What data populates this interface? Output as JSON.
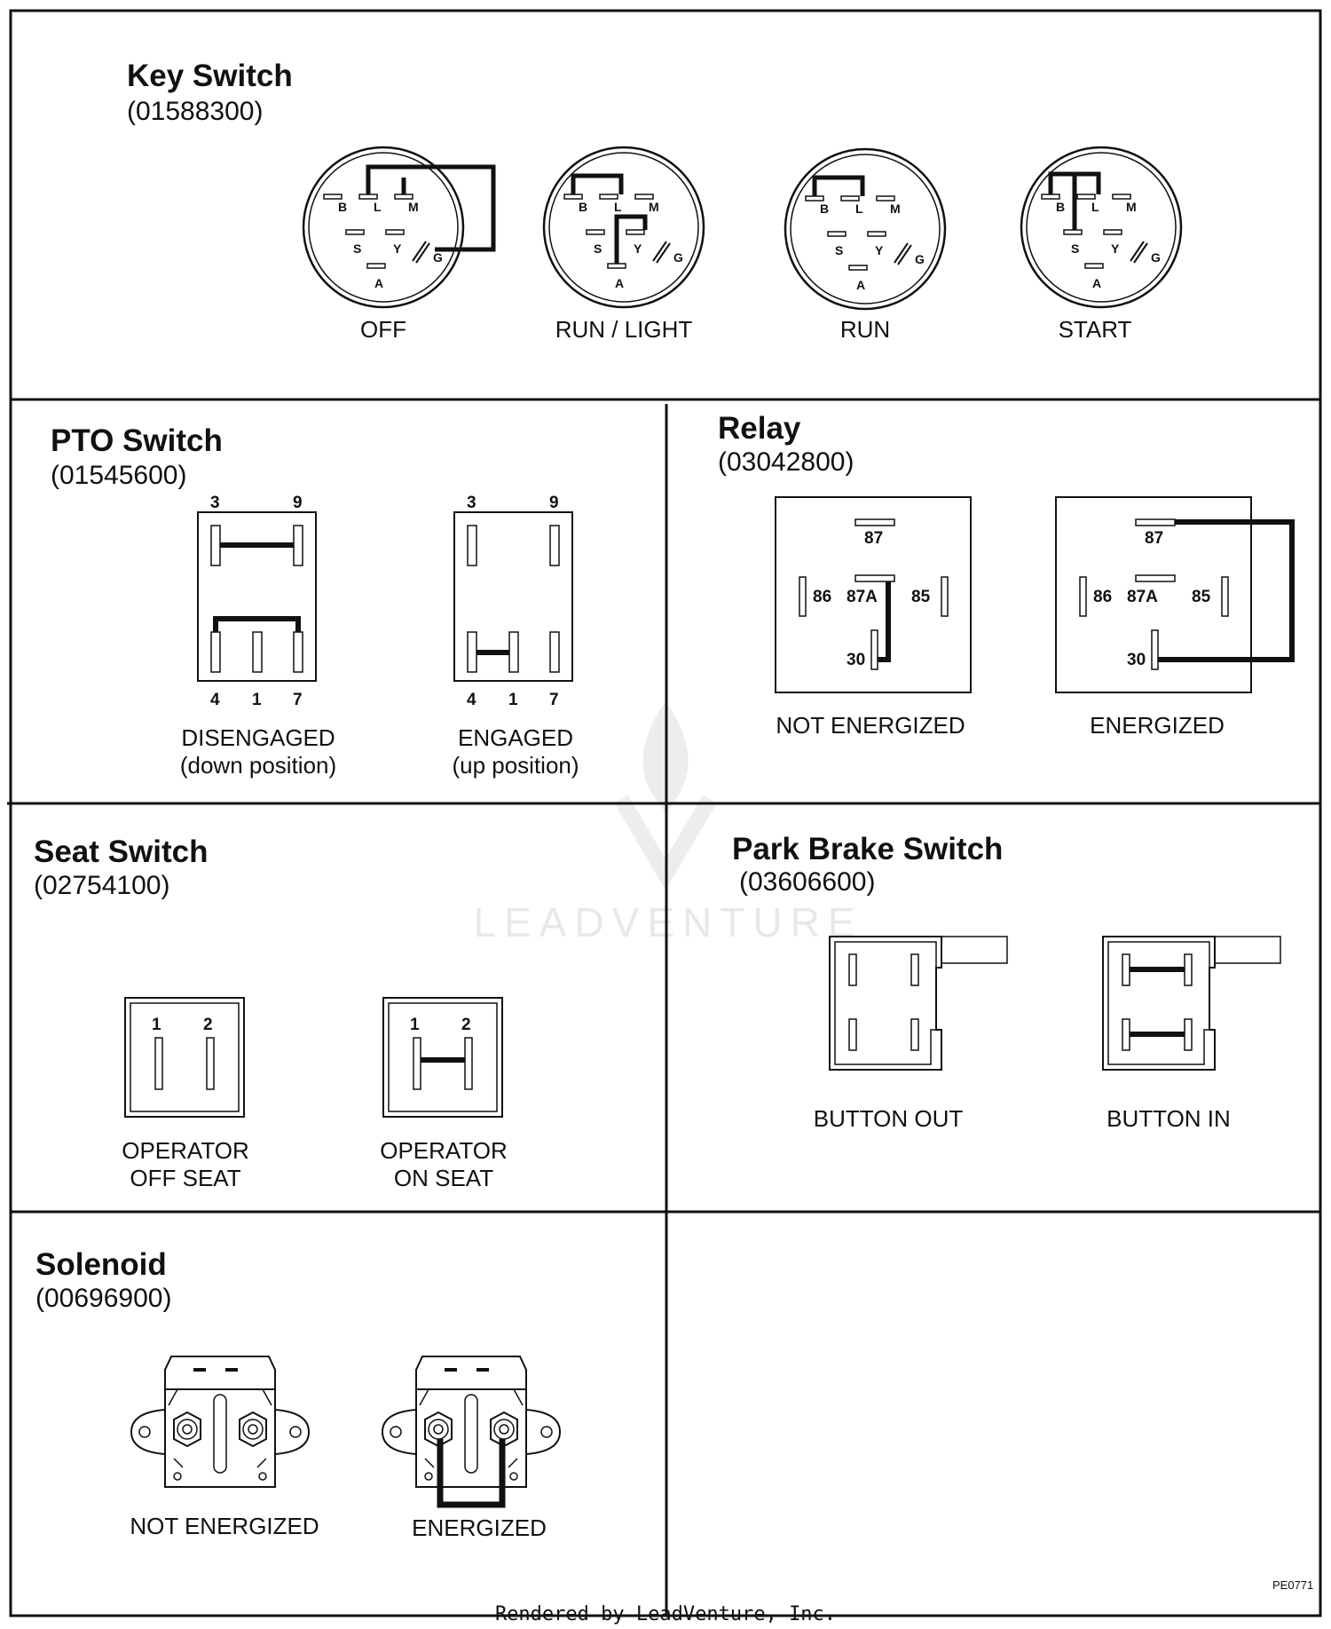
{
  "key_switch": {
    "title": "Key Switch",
    "part": "(01588300)",
    "pins": {
      "B": "B",
      "L": "L",
      "M": "M",
      "S": "S",
      "Y": "Y",
      "G": "G",
      "A": "A"
    },
    "states": [
      "OFF",
      "RUN / LIGHT",
      "RUN",
      "START"
    ]
  },
  "pto_switch": {
    "title": "PTO Switch",
    "part": "(01545600)",
    "pins": {
      "p3": "3",
      "p9": "9",
      "p4": "4",
      "p1": "1",
      "p7": "7"
    },
    "states": [
      {
        "label": "DISENGAGED",
        "sub": "(down position)"
      },
      {
        "label": "ENGAGED",
        "sub": "(up position)"
      }
    ]
  },
  "relay": {
    "title": "Relay",
    "part": "(03042800)",
    "pins": {
      "p87": "87",
      "p86": "86",
      "p87a": "87A",
      "p85": "85",
      "p30": "30"
    },
    "states": [
      "NOT ENERGIZED",
      "ENERGIZED"
    ]
  },
  "seat_switch": {
    "title": "Seat Switch",
    "part": "(02754100)",
    "pins": {
      "p1": "1",
      "p2": "2"
    },
    "states": [
      {
        "line1": "OPERATOR",
        "line2": "OFF SEAT"
      },
      {
        "line1": "OPERATOR",
        "line2": "ON SEAT"
      }
    ]
  },
  "park_brake": {
    "title": "Park Brake Switch",
    "part": "(03606600)",
    "states": [
      "BUTTON OUT",
      "BUTTON IN"
    ]
  },
  "solenoid": {
    "title": "Solenoid",
    "part": "(00696900)",
    "states": [
      "NOT ENERGIZED",
      "ENERGIZED"
    ]
  },
  "figure_code": "PE0771",
  "watermark": "LEADVENTURE",
  "footer": "Rendered by LeadVenture, Inc."
}
